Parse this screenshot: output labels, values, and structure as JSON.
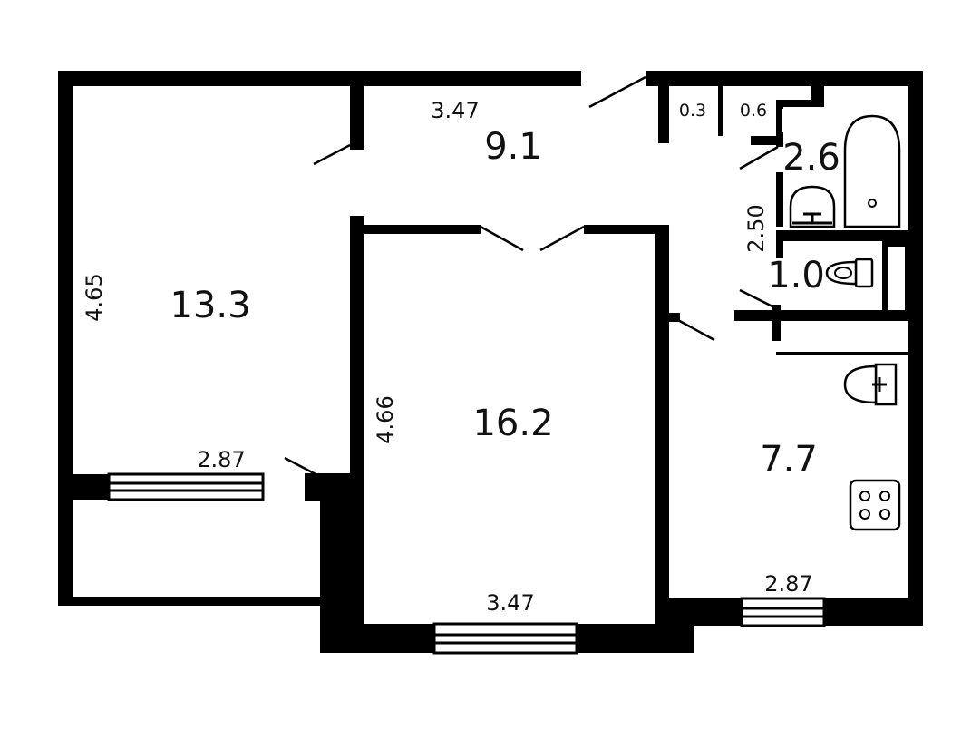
{
  "rooms": {
    "room_left": {
      "area": "13.3",
      "width": "2.87",
      "length": "4.65"
    },
    "hallway": {
      "area": "9.1",
      "width": "3.47"
    },
    "room_center": {
      "area": "16.2",
      "width": "3.47",
      "length": "4.66"
    },
    "bathroom": {
      "area": "2.6",
      "length": "2.50"
    },
    "toilet": {
      "area": "1.0"
    },
    "kitchen": {
      "area": "7.7",
      "width": "2.87"
    },
    "closets": {
      "closet_a": "0.3",
      "closet_b": "0.6"
    }
  },
  "colors": {
    "wall": "#000000",
    "background": "#ffffff",
    "text": "#111111"
  },
  "icons": [
    "bathtub-icon",
    "washbasin-icon",
    "toilet-icon",
    "sink-icon",
    "stove-icon"
  ]
}
